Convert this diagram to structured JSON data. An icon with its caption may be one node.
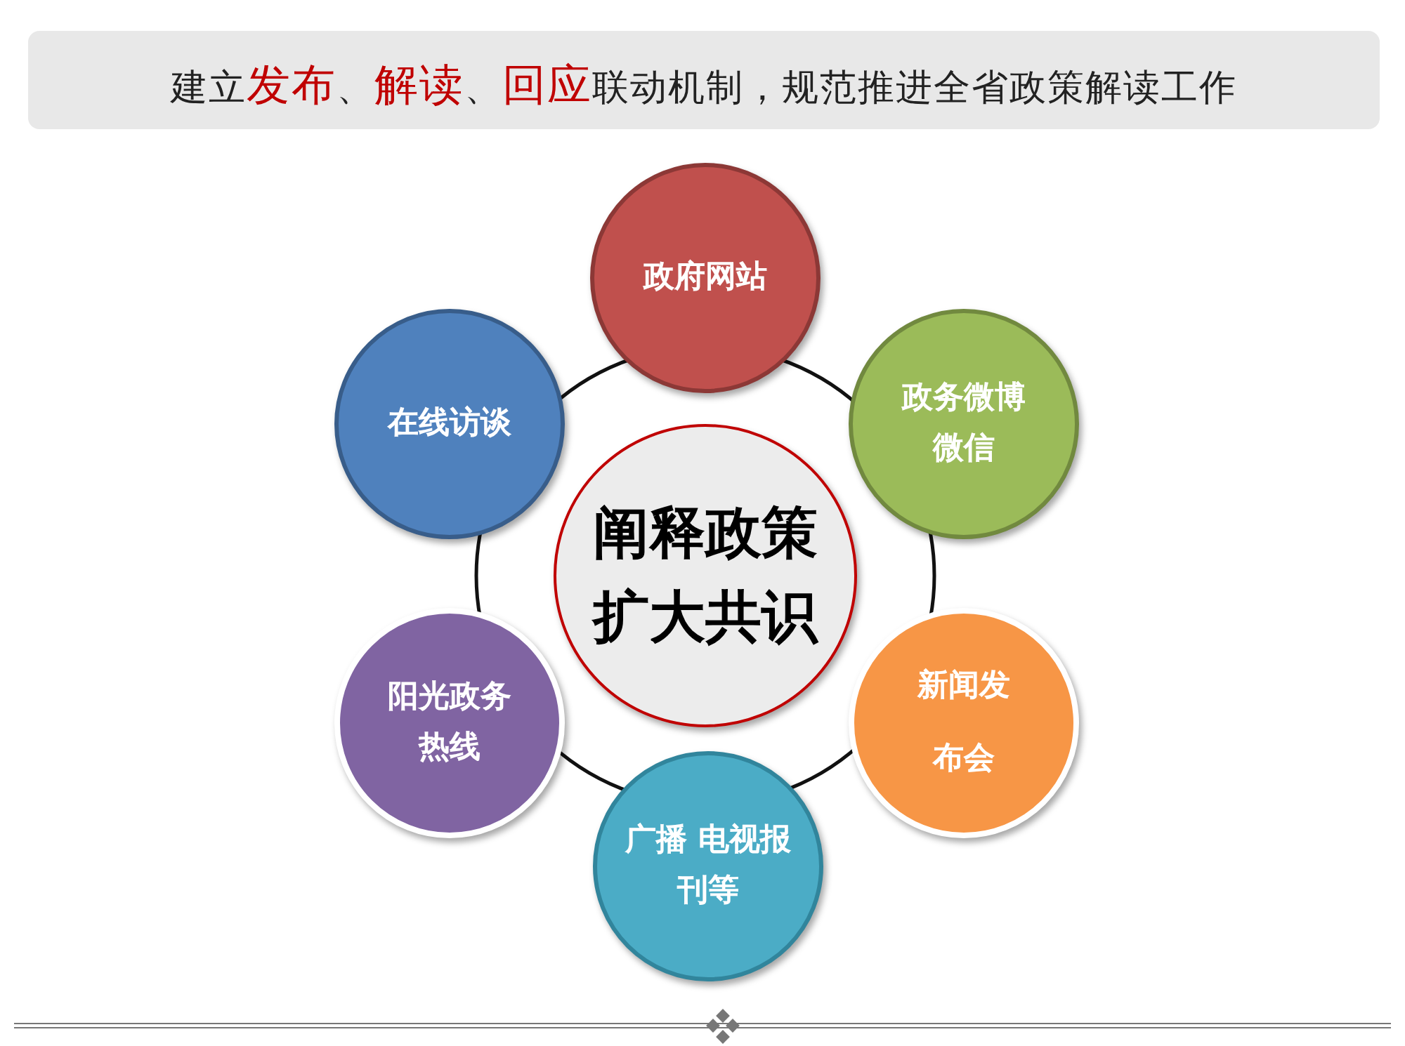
{
  "diagram": {
    "title": "建立**发布**、**解读**、**回应**联动机制，规范推进全省政策解读工作",
    "nodes": [
      {
        "text": [
          "阐释政策扩大共识"
        ]
      },
      {
        "text": [
          "政府网站"
        ]
      },
      {
        "text": [
          "政务微博微信"
        ]
      },
      {
        "text": [
          "新闻发布会"
        ]
      },
      {
        "text": [
          "广播 电视报刊等"
        ]
      },
      {
        "text": [
          "阳光政务热线"
        ]
      },
      {
        "text": [
          "在线访谈"
        ]
      }
    ]
  }
}
